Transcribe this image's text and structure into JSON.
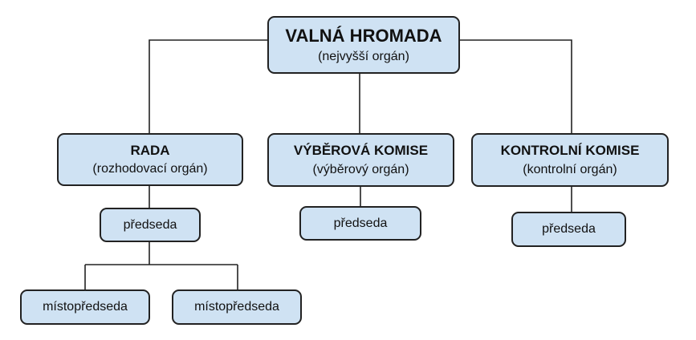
{
  "colors": {
    "box_fill": "#cfe2f3",
    "box_border": "#222222",
    "line": "#222222",
    "text": "#111111"
  },
  "top": {
    "title": "VALNÁ HROMADA",
    "subtitle": "(nejvyšší orgán)"
  },
  "rada": {
    "title": "RADA",
    "subtitle": "(rozhodovací orgán)",
    "chair": "předseda",
    "vice_chairs": [
      "místopředseda",
      "místopředseda"
    ]
  },
  "vyberova": {
    "title": "VÝBĚROVÁ KOMISE",
    "subtitle": "(výběrový orgán)",
    "chair": "předseda"
  },
  "kontrolni": {
    "title": "KONTROLNÍ KOMISE",
    "subtitle": "(kontrolní orgán)",
    "chair": "předseda"
  }
}
